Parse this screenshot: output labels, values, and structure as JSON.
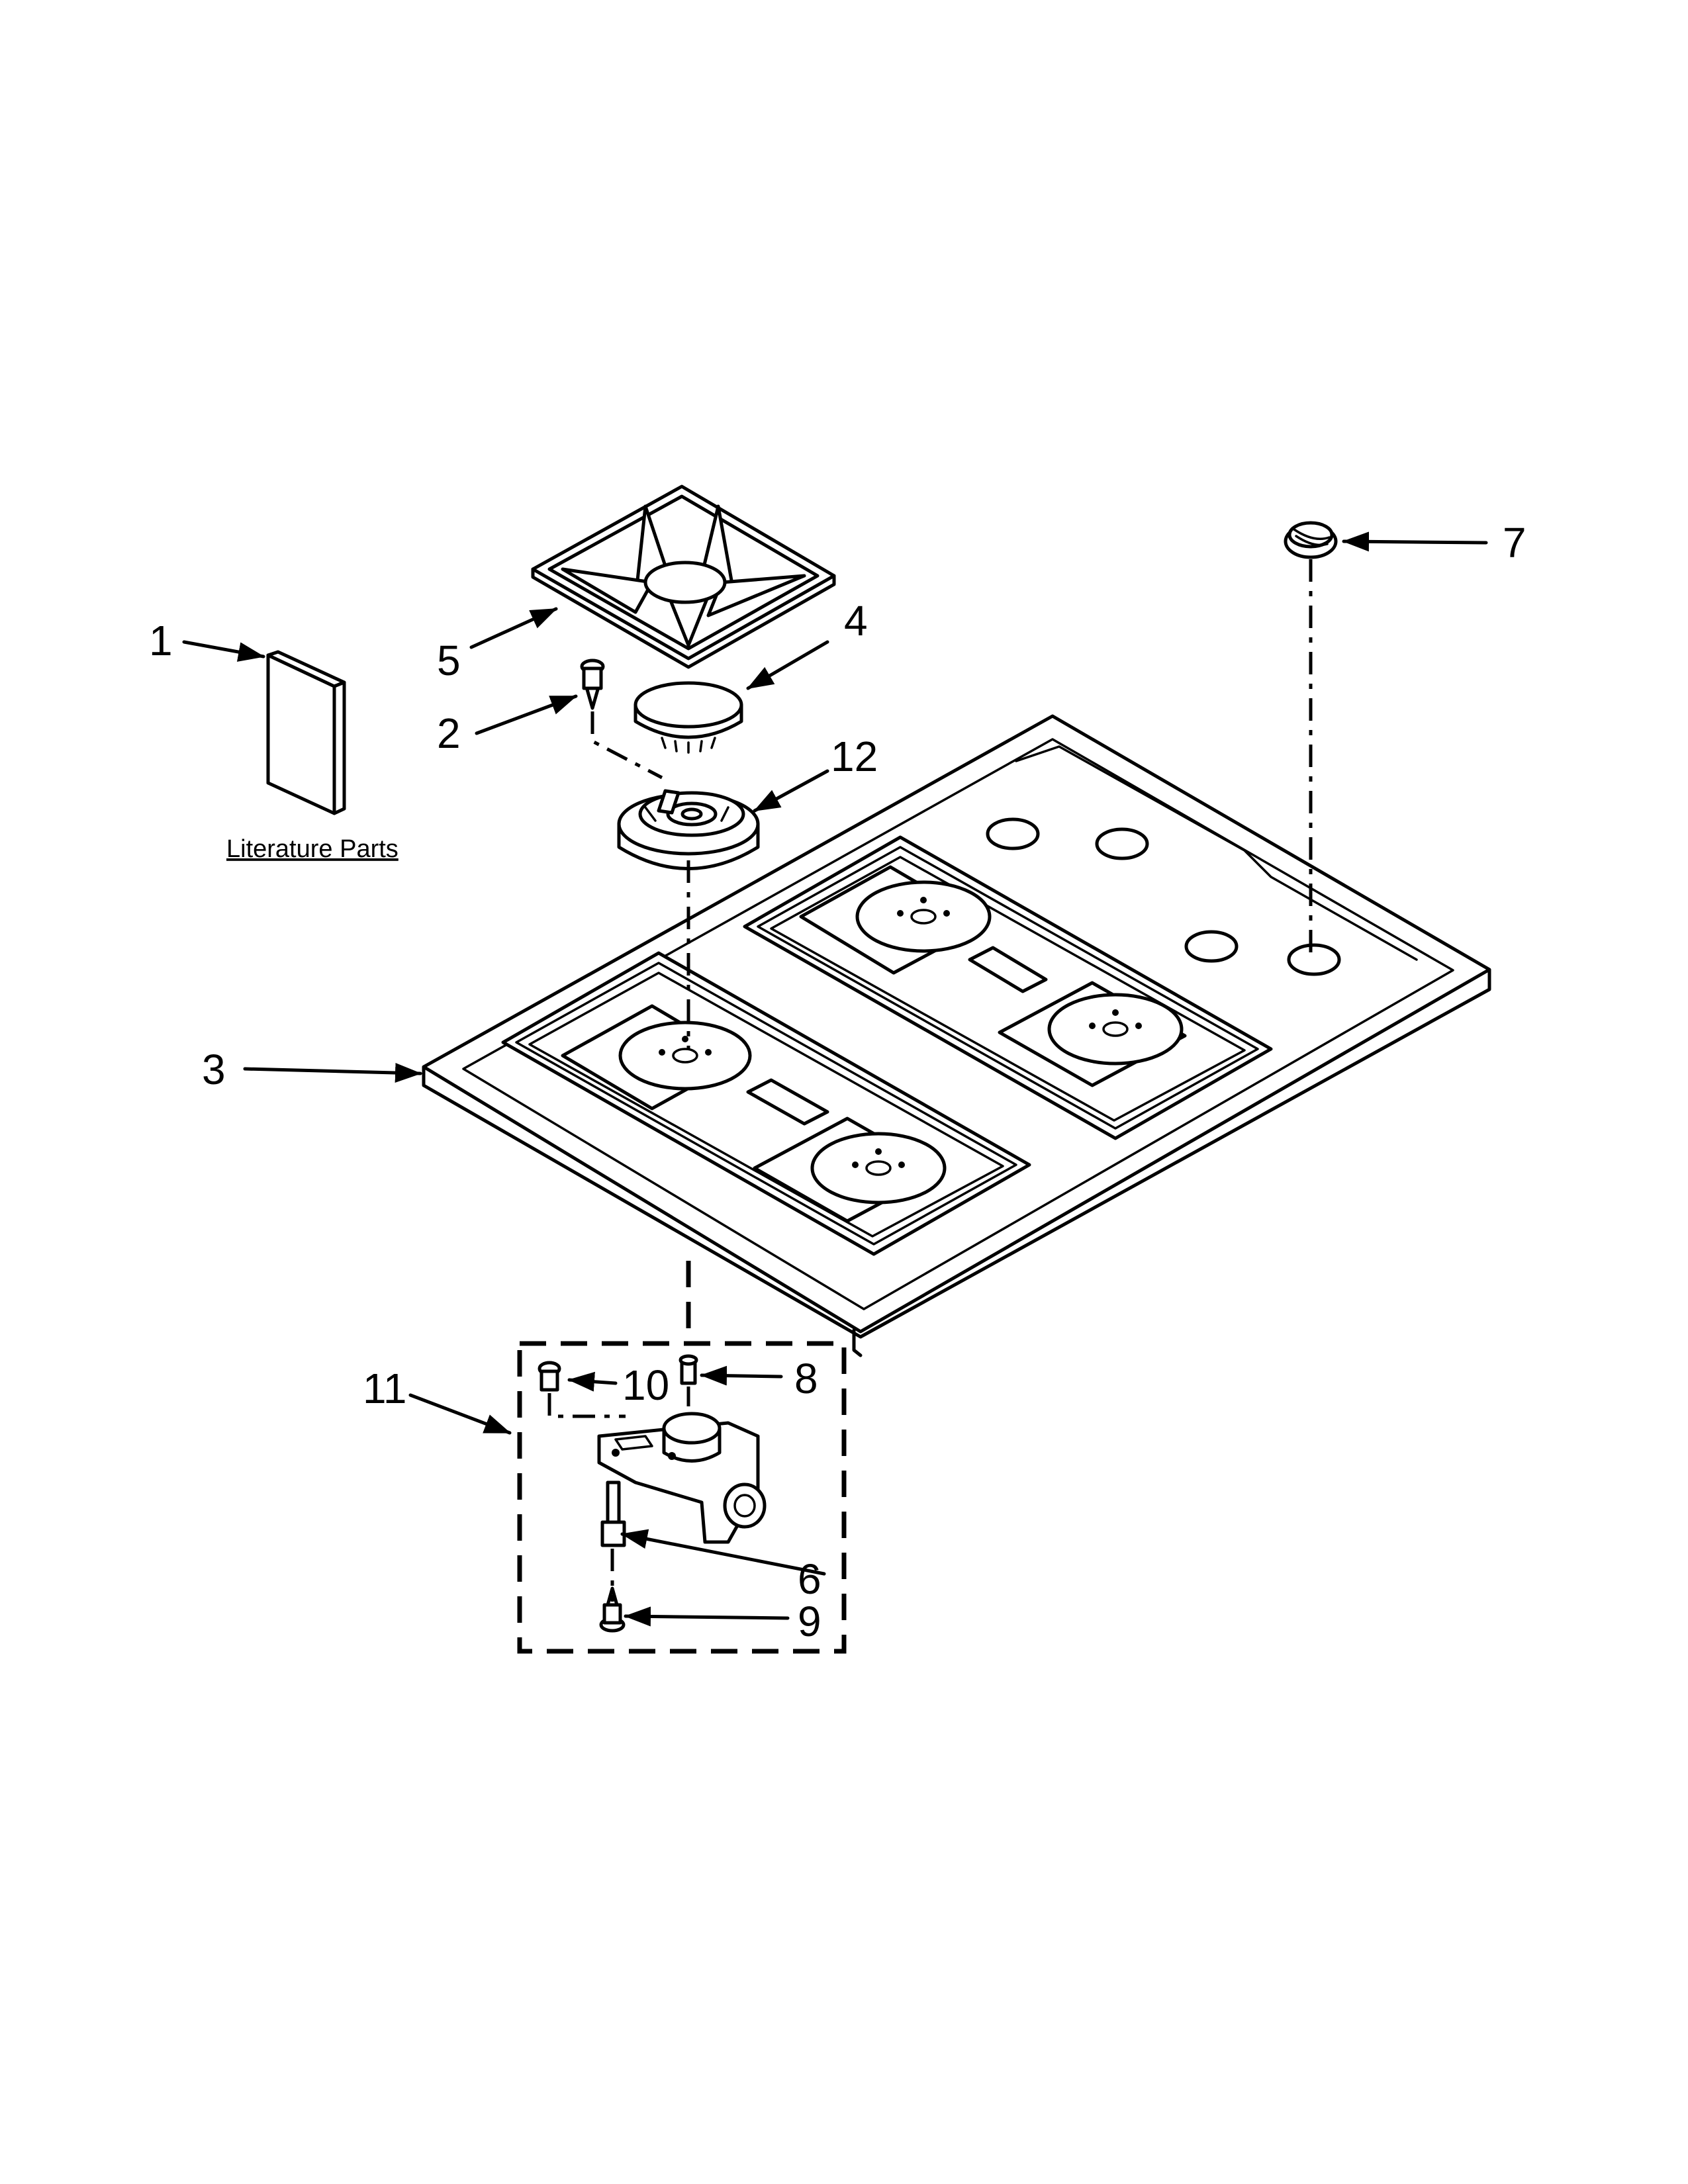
{
  "callouts": {
    "c1": "1",
    "c2": "2",
    "c3": "3",
    "c4": "4",
    "c5": "5",
    "c6": "6",
    "c7": "7",
    "c8": "8",
    "c9": "9",
    "c10": "10",
    "c11": "11",
    "c12": "12"
  },
  "literature_label": "Literature Parts",
  "colors": {
    "line": "#000000",
    "background": "#ffffff"
  }
}
